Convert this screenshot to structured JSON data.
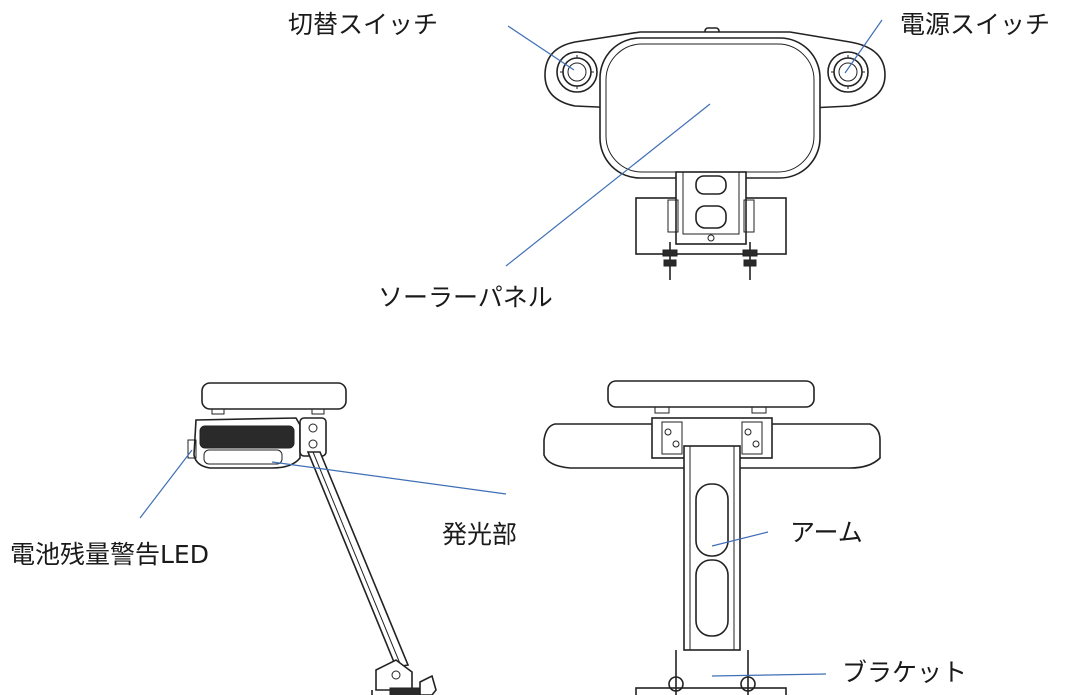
{
  "labels": {
    "mode_switch": "切替スイッチ",
    "power_switch": "電源スイッチ",
    "solar_panel": "ソーラーパネル",
    "battery_led": "電池残量警告LED",
    "light_emitter": "発光部",
    "arm": "アーム",
    "bracket": "ブラケット"
  },
  "colors": {
    "leader_line": "#3f6fb5",
    "outline": "#222222"
  }
}
